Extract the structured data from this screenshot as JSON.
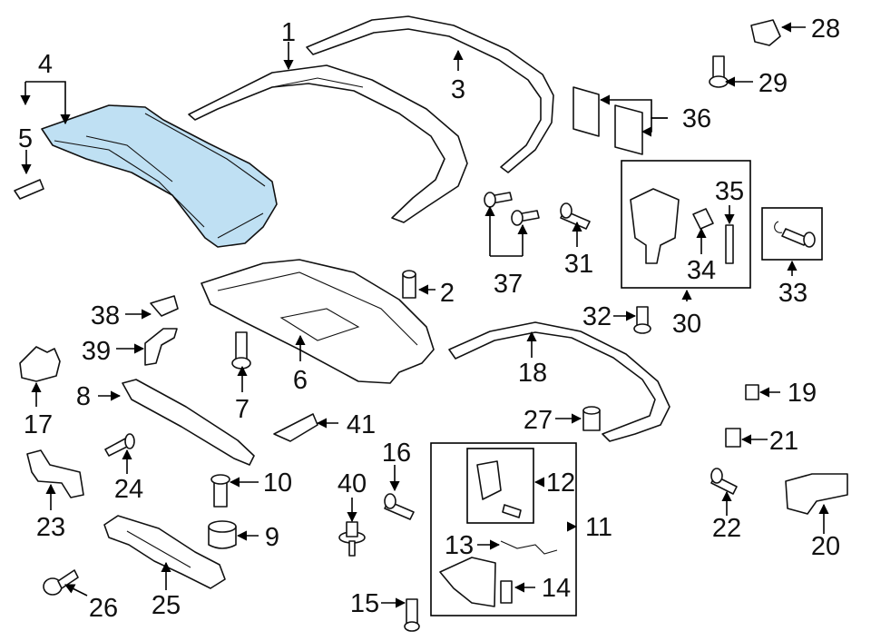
{
  "diagram": {
    "highlight_color": "#bfe0f3",
    "callouts": [
      "1",
      "2",
      "3",
      "4",
      "5",
      "6",
      "7",
      "8",
      "9",
      "10",
      "11",
      "12",
      "13",
      "14",
      "15",
      "16",
      "17",
      "18",
      "19",
      "20",
      "21",
      "22",
      "23",
      "24",
      "25",
      "26",
      "27",
      "28",
      "29",
      "30",
      "31",
      "32",
      "33",
      "34",
      "35",
      "36",
      "37",
      "38",
      "39",
      "40",
      "41"
    ]
  }
}
